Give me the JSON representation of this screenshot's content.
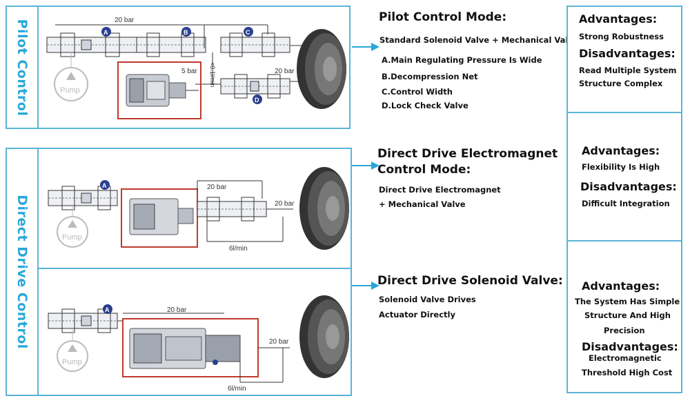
{
  "sections": {
    "pilot_label": "Pilot Control",
    "direct_label": "Direct Drive Control"
  },
  "diagram_labels": {
    "pressure_20bar": "20 bar",
    "pressure_5bar": "5 bar",
    "flow_01": "<0.1l/min",
    "flow_6": "6l/min",
    "pump": "Pump",
    "valve_a": "A",
    "valve_b": "B",
    "valve_c": "C",
    "valve_d": "D"
  },
  "pilot_mode": {
    "title": "Pilot Control Mode:",
    "subtitle": "Standard Solenoid Valve + Mechanical Valve",
    "items": [
      "A.Main Regulating Pressure Is Wide",
      "B.Decompression Net",
      "C.Control Width",
      "D.Lock Check Valve"
    ]
  },
  "electromagnet_mode": {
    "title_line1": "Direct Drive Electromagnet",
    "title_line2": "Control Mode:",
    "line1": "Direct Drive Electromagnet",
    "line2": "+ Mechanical Valve"
  },
  "solenoid_mode": {
    "title": "Direct Drive Solenoid Valve:",
    "line1": "Solenoid Valve Drives",
    "line2": "Actuator Directly"
  },
  "adv_pilot": {
    "adv_head": "Advantages:",
    "adv_text": "Strong Robustness",
    "dis_head": "Disadvantages:",
    "dis_line1": "Read Multiple System",
    "dis_line2": "Structure Complex"
  },
  "adv_electromagnet": {
    "adv_head": "Advantages:",
    "adv_text": "Flexibility Is High",
    "dis_head": "Disadvantages:",
    "dis_text": "Difficult Integration"
  },
  "adv_solenoid": {
    "adv_head": "Advantages:",
    "adv_line1": "The System Has Simple",
    "adv_line2": "Structure And High",
    "adv_line3": "Precision",
    "dis_head": "Disadvantages:",
    "dis_line1": "Electromagnetic",
    "dis_line2": "Threshold High Cost"
  },
  "colors": {
    "frame": "#5ab4d6",
    "label": "#2aa7d8",
    "highlight": "#c0392b",
    "valve_marker": "#2a3f8f"
  }
}
